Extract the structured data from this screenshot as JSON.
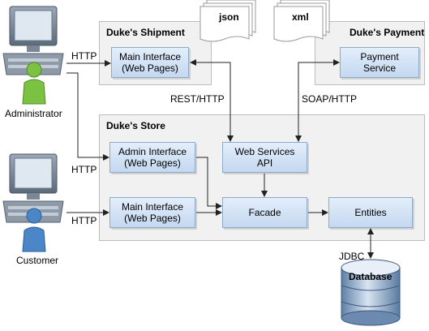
{
  "actors": {
    "administrator": {
      "label": "Administrator",
      "color": "#7cc242"
    },
    "customer": {
      "label": "Customer",
      "color": "#4a86c8"
    }
  },
  "shipment": {
    "title": "Duke's Shipment",
    "main_interface_line1": "Main Interface",
    "main_interface_line2": "(Web Pages)"
  },
  "payment": {
    "title": "Duke's Payment",
    "service_line1": "Payment",
    "service_line2": "Service"
  },
  "store": {
    "title": "Duke's Store",
    "admin_interface_line1": "Admin Interface",
    "admin_interface_line2": "(Web Pages)",
    "web_services_line1": "Web Services",
    "web_services_line2": "API",
    "main_interface_line1": "Main Interface",
    "main_interface_line2": "(Web Pages)",
    "facade": "Facade",
    "entities": "Entities"
  },
  "documents": {
    "json": "json",
    "xml": "xml"
  },
  "connections": {
    "admin_http_top": "HTTP",
    "admin_http_store": "HTTP",
    "customer_http": "HTTP",
    "rest_http": "REST/HTTP",
    "soap_http": "SOAP/HTTP",
    "jdbc": "JDBC"
  },
  "database": {
    "label": "Database"
  },
  "colors": {
    "container_bg": "#f1f1f1",
    "box_top": "#e3eefb",
    "box_bottom": "#c4d8f0",
    "box_border": "#8fa9c8"
  }
}
